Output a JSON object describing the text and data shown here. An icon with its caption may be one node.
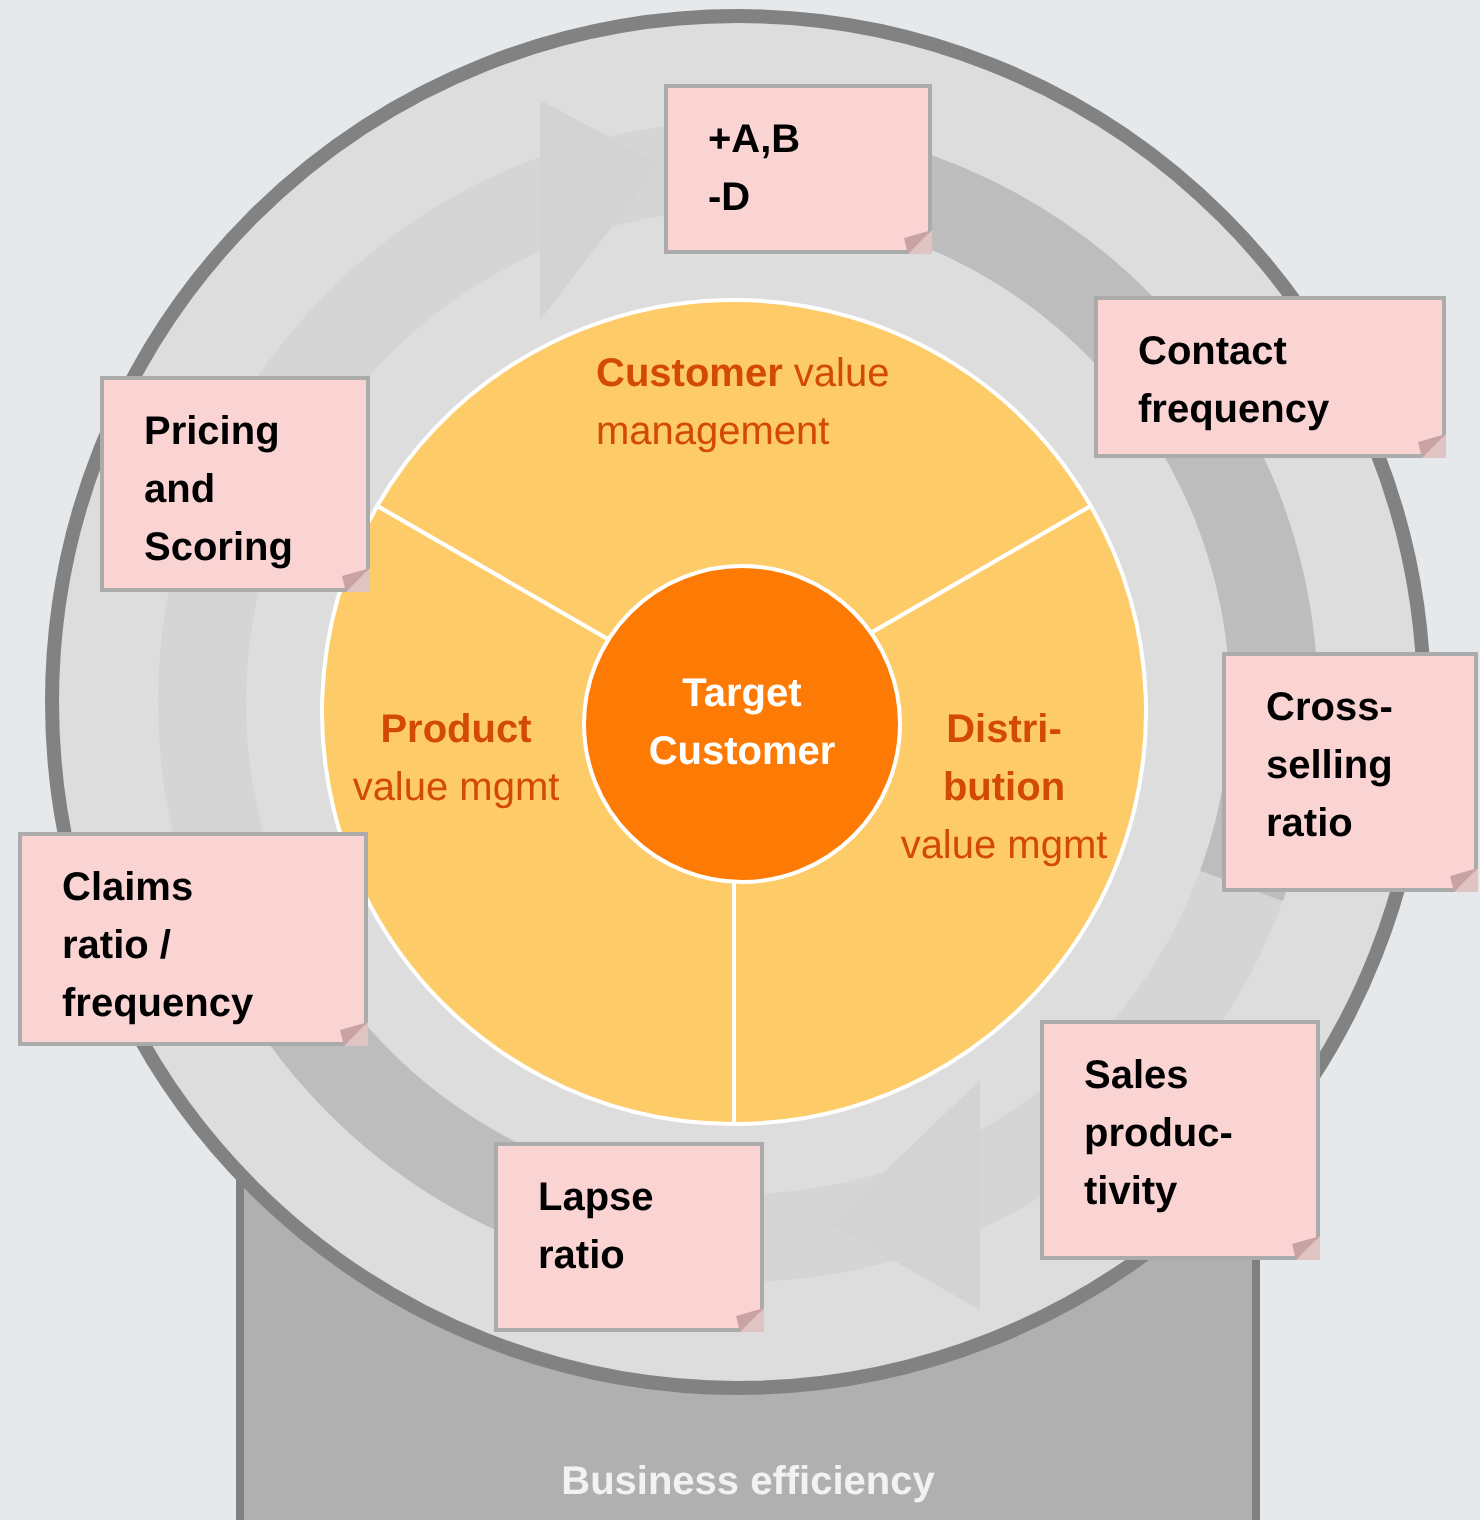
{
  "diagram": {
    "nodes": [
      {
        "text": [
          "**Customer** value management"
        ]
      },
      {
        "text": [
          "**Product** value mgmt"
        ]
      },
      {
        "text": [
          "**Distri- bution** value mgmt"
        ]
      },
      {
        "text": [
          "Target Customer"
        ]
      },
      {
        "text": [
          "+A,B -D"
        ]
      },
      {
        "text": [
          "Contact frequency"
        ]
      },
      {
        "text": [
          "Cross- selling ratio"
        ]
      },
      {
        "text": [
          "Sales produc- tivity"
        ]
      },
      {
        "text": [
          "Lapse ratio"
        ]
      },
      {
        "text": [
          "Claims ratio / frequency"
        ]
      },
      {
        "text": [
          "Pricing and Scoring"
        ]
      },
      {
        "text": [
          "Business efficiency"
        ]
      }
    ]
  }
}
